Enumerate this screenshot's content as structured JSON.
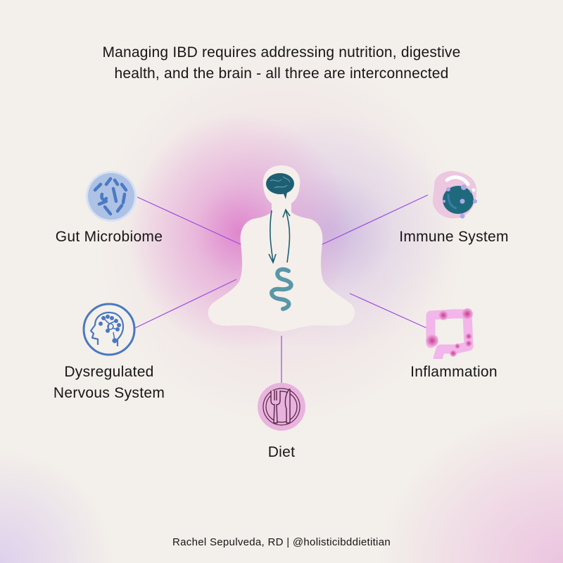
{
  "headline": {
    "line1": "Managing IBD requires addressing nutrition, digestive",
    "line2": "health, and the brain - all three are interconnected"
  },
  "center": {
    "figure": "meditating-person-silhouette",
    "icons": [
      "brain-icon",
      "gut-brain-axis-arrows-icon",
      "intestine-icon"
    ]
  },
  "nodes": [
    {
      "id": "gut-microbiome",
      "label": "Gut Microbiome",
      "icon": "bacteria-icon",
      "color": "#b4c6e6"
    },
    {
      "id": "immune-system",
      "label": "Immune System",
      "icon": "immune-cell-icon",
      "color": "#ecc7e0"
    },
    {
      "id": "nervous-system",
      "label_line1": "Dysregulated",
      "label_line2": "Nervous System",
      "icon": "head-network-icon",
      "color": "#4a78c0"
    },
    {
      "id": "inflammation",
      "label": "Inflammation",
      "icon": "inflamed-colon-icon",
      "color": "#f2b6ea"
    },
    {
      "id": "diet",
      "label": "Diet",
      "icon": "plate-fork-knife-icon",
      "color": "#e8b4de"
    }
  ],
  "colors": {
    "background": "#f3efea",
    "connector": "#9b4be0",
    "brain_teal": "#1e5f73",
    "intestine_teal": "#5a97a8",
    "text": "#161616"
  },
  "footer": "Rachel Sepulveda, RD | @holisticibddietitian"
}
